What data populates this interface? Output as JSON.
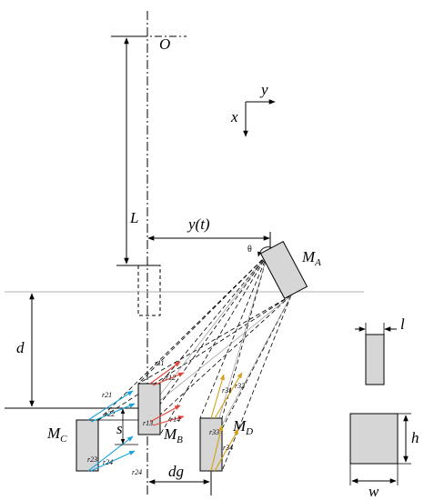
{
  "labels": {
    "origin": "O",
    "axis_x": "x",
    "axis_y": "y",
    "L": "L",
    "y_t": "y(t)",
    "theta": "θ",
    "d": "d",
    "s": "s",
    "dg": "dg",
    "l": "l",
    "h": "h",
    "w": "w"
  },
  "magnets": {
    "A": {
      "main": "M",
      "sub": "A"
    },
    "B": {
      "main": "M",
      "sub": "B"
    },
    "C": {
      "main": "M",
      "sub": "C"
    },
    "D": {
      "main": "M",
      "sub": "D"
    }
  },
  "vectors": {
    "r11": "r11",
    "r12": "r12",
    "r13": "r13",
    "r14": "r14",
    "r21": "r21",
    "r22": "r22",
    "r23": "r23",
    "r24": "r24",
    "r31": "r31",
    "r32": "r32",
    "r33": "r33",
    "r34": "r34"
  },
  "colors": {
    "magnet_fill": "#d6d6d6",
    "red_vectors": "#e8463a",
    "blue_vectors": "#1aa3d9",
    "gold_vectors": "#d4a017",
    "lines": "#000000",
    "guide_lines": "#b0b0b0"
  }
}
